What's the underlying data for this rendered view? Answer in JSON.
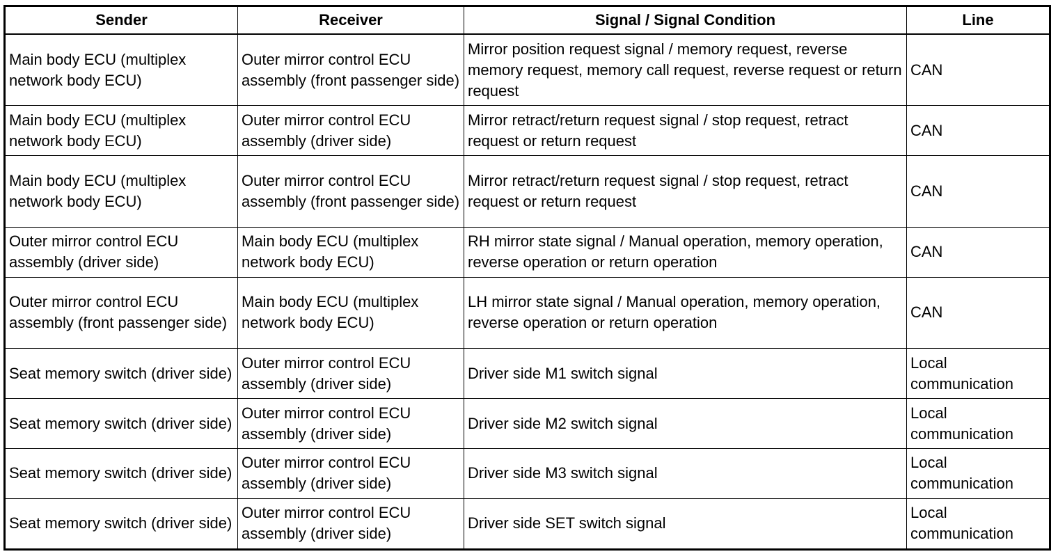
{
  "table": {
    "headers": [
      "Sender",
      "Receiver",
      "Signal / Signal Condition",
      "Line"
    ],
    "rows": [
      {
        "sender": "Main body ECU (multiplex network body ECU)",
        "receiver": "Outer mirror control ECU assembly (front passenger side)",
        "signal": "Mirror position request signal / memory request, reverse memory request, memory call request, reverse request or return request",
        "line": "CAN"
      },
      {
        "sender": "Main body ECU (multiplex network body ECU)",
        "receiver": "Outer mirror control ECU assembly (driver side)",
        "signal": "Mirror retract/return request signal / stop request, retract request or return request",
        "line": "CAN"
      },
      {
        "sender": "Main body ECU (multiplex network body ECU)",
        "receiver": "Outer mirror control ECU assembly (front passenger side)",
        "signal": "Mirror retract/return request signal / stop request, retract request or return request",
        "line": "CAN"
      },
      {
        "sender": "Outer mirror control ECU assembly (driver side)",
        "receiver": "Main body ECU (multiplex network body ECU)",
        "signal": "RH mirror state signal / Manual operation, memory operation, reverse operation or return operation",
        "line": "CAN"
      },
      {
        "sender": "Outer mirror control ECU assembly (front passenger side)",
        "receiver": "Main body ECU (multiplex network body ECU)",
        "signal": "LH mirror state signal / Manual operation, memory operation, reverse operation or return operation",
        "line": "CAN"
      },
      {
        "sender": "Seat memory switch (driver side)",
        "receiver": "Outer mirror control ECU assembly (driver side)",
        "signal": "Driver side M1 switch signal",
        "line": "Local communication"
      },
      {
        "sender": "Seat memory switch (driver side)",
        "receiver": "Outer mirror control ECU assembly (driver side)",
        "signal": "Driver side M2 switch signal",
        "line": "Local communication"
      },
      {
        "sender": "Seat memory switch (driver side)",
        "receiver": "Outer mirror control ECU assembly (driver side)",
        "signal": "Driver side M3 switch signal",
        "line": "Local communication"
      },
      {
        "sender": "Seat memory switch (driver side)",
        "receiver": "Outer mirror control ECU assembly (driver side)",
        "signal": "Driver side SET switch signal",
        "line": "Local communication"
      }
    ]
  }
}
